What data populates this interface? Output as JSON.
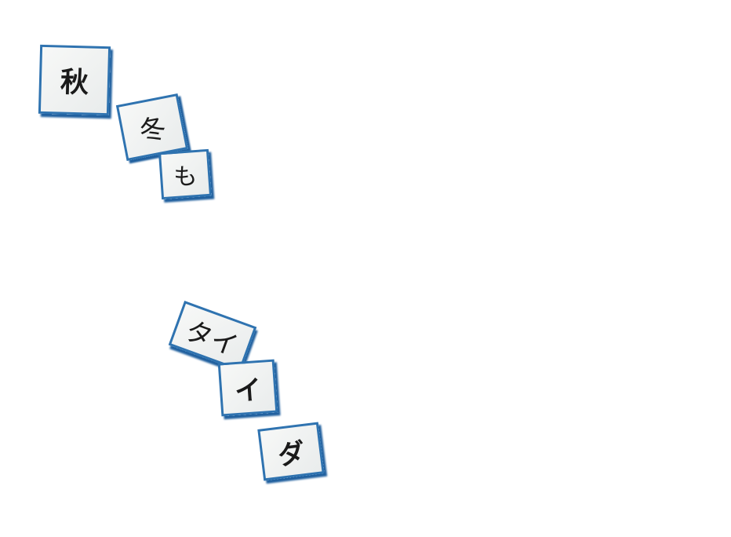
{
  "tiles": [
    {
      "text": "秋"
    },
    {
      "text": "冬"
    },
    {
      "text": "も"
    },
    {
      "text": "タイ"
    },
    {
      "text": "イ"
    },
    {
      "text": "ダ"
    }
  ],
  "colors": {
    "tile_border": "#2f73b0",
    "tile_paper": "#f0f2f2"
  }
}
